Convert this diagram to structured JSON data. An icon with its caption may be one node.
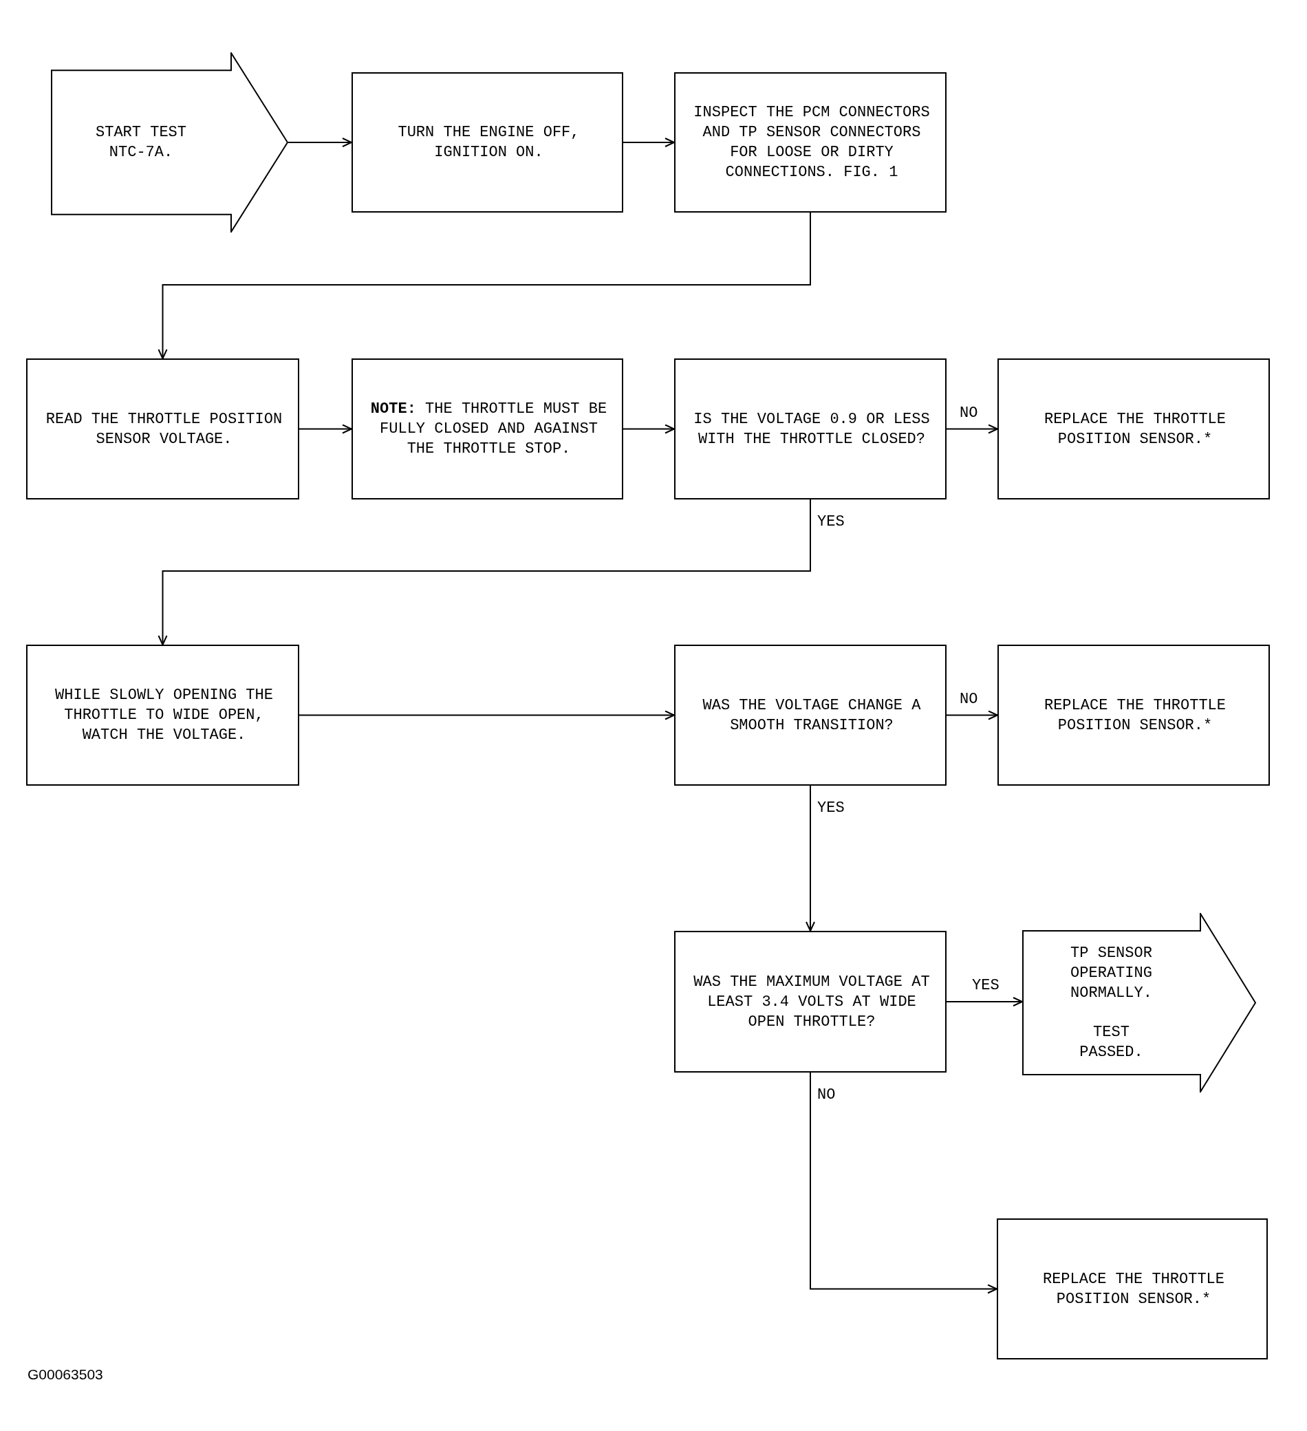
{
  "diagram": {
    "nodes": [
      {
        "text": [
          "START TEST NTC-7A."
        ]
      },
      {
        "text": [
          "TURN THE ENGINE OFF, IGNITION ON."
        ]
      },
      {
        "text": [
          "INSPECT THE PCM CONNECTORS AND TP SENSOR CONNECTORS FOR LOOSE OR DIRTY CONNECTIONS. FIG. 1"
        ]
      },
      {
        "text": [
          "READ THE THROTTLE POSITION SENSOR VOLTAGE."
        ]
      },
      {
        "text": [
          "**NOTE:** THE THROTTLE MUST BE FULLY CLOSED AND AGAINST THE THROTTLE STOP."
        ]
      },
      {
        "text": [
          "IS THE VOLTAGE 0.9 OR LESS WITH THE THROTTLE CLOSED?"
        ]
      },
      {
        "text": [
          "REPLACE THE THROTTLE POSITION SENSOR.*"
        ]
      },
      {
        "text": [
          "WHILE SLOWLY OPENING THE THROTTLE TO WIDE OPEN, WATCH THE VOLTAGE."
        ]
      },
      {
        "text": [
          "WAS THE VOLTAGE CHANGE A SMOOTH TRANSITION?"
        ]
      },
      {
        "text": [
          "REPLACE THE THROTTLE POSITION SENSOR.*"
        ]
      },
      {
        "text": [
          "WAS THE MAXIMUM VOLTAGE AT LEAST 3.4 VOLTS AT WIDE OPEN THROTTLE?"
        ]
      },
      {
        "text": [
          "TP SENSOR OPERATING NORMALLY.",
          "TEST PASSED."
        ]
      },
      {
        "text": [
          "REPLACE THE THROTTLE POSITION SENSOR.*"
        ]
      }
    ],
    "edges": [
      {
        "from": 0,
        "to": 1,
        "arrow": "to"
      },
      {
        "from": 1,
        "to": 2,
        "arrow": "to"
      },
      {
        "from": 2,
        "to": 3,
        "arrow": "to"
      },
      {
        "from": 3,
        "to": 4,
        "arrow": "to"
      },
      {
        "from": 4,
        "to": 5,
        "arrow": "to"
      },
      {
        "from": 5,
        "to": 6,
        "arrow": "to",
        "label": "NO"
      },
      {
        "from": 5,
        "to": 7,
        "arrow": "to",
        "label": "YES"
      },
      {
        "from": 7,
        "to": 8,
        "arrow": "to"
      },
      {
        "from": 8,
        "to": 9,
        "arrow": "to",
        "label": "NO"
      },
      {
        "from": 8,
        "to": 10,
        "arrow": "to",
        "label": "YES"
      },
      {
        "from": 10,
        "to": 11,
        "arrow": "to",
        "label": "YES"
      },
      {
        "from": 10,
        "to": 12,
        "arrow": "to",
        "label": "NO"
      }
    ],
    "labels": [
      "G00063503"
    ]
  }
}
